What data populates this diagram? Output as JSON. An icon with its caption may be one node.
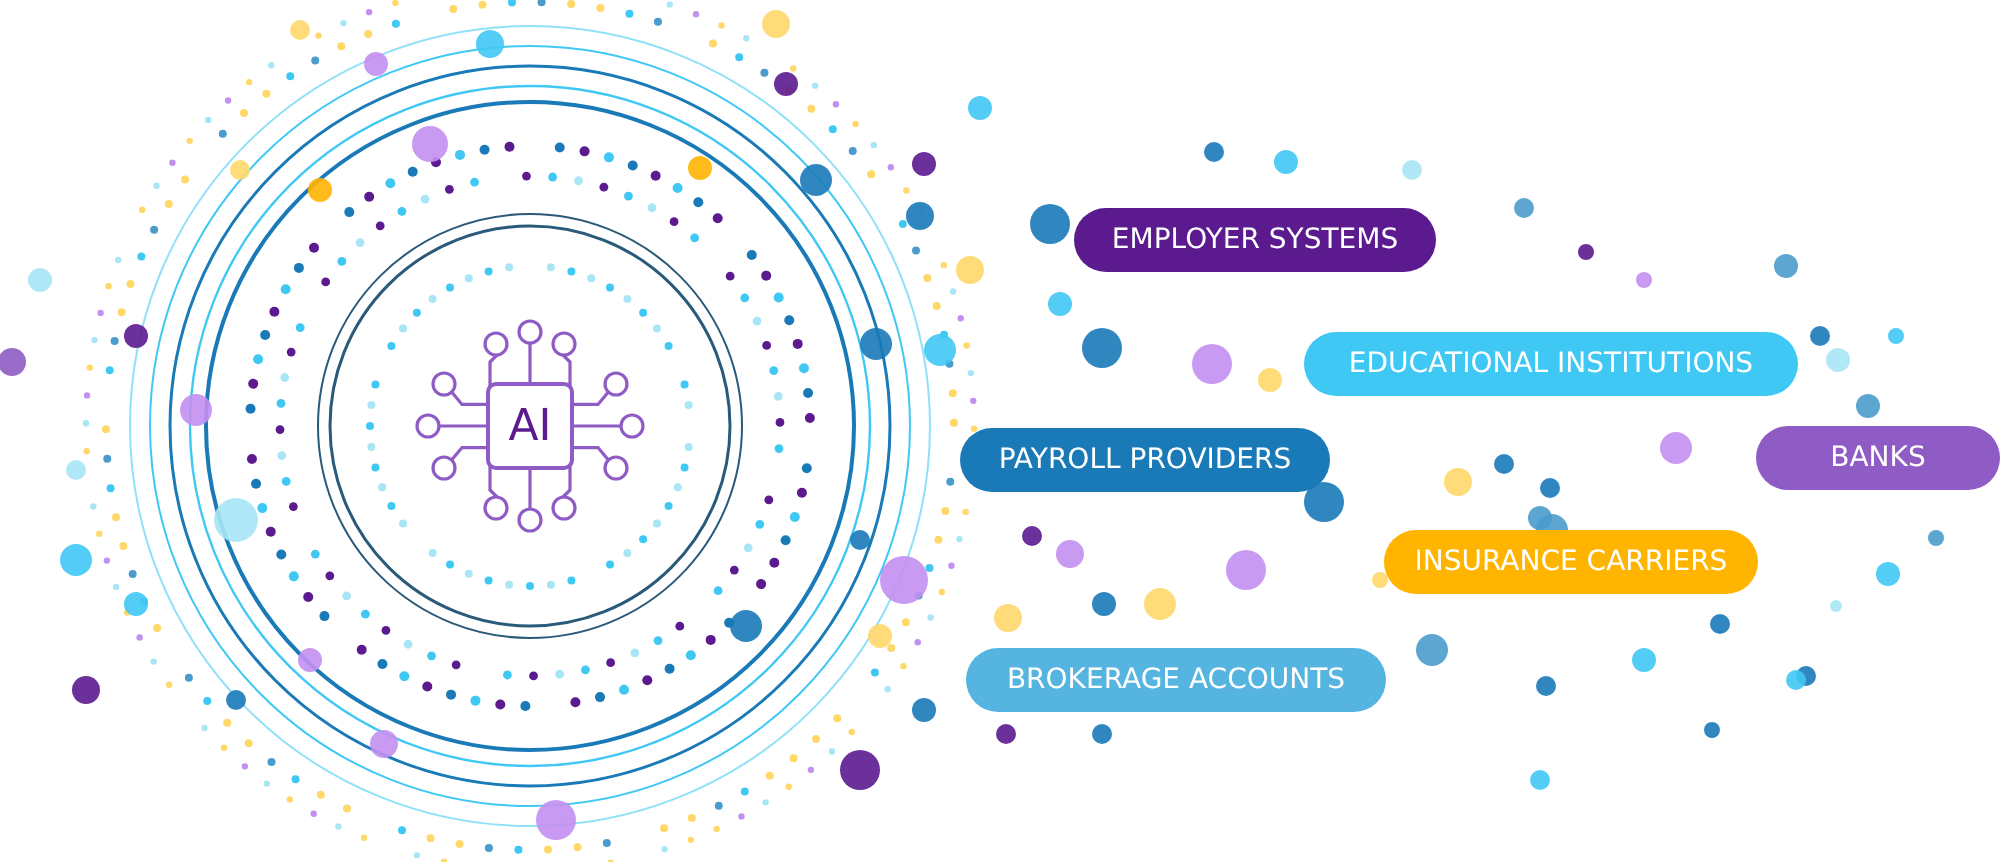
{
  "diagram": {
    "nodes": [
      {
        "text": [
          "AI"
        ]
      },
      {
        "text": [
          "EMPLOYER SYSTEMS"
        ]
      },
      {
        "text": [
          "EDUCATIONAL INSTITUTIONS"
        ]
      },
      {
        "text": [
          "PAYROLL PROVIDERS"
        ]
      },
      {
        "text": [
          "BANKS"
        ]
      },
      {
        "text": [
          "INSURANCE CARRIERS"
        ]
      },
      {
        "text": [
          "BROKERAGE ACCOUNTS"
        ]
      }
    ]
  }
}
